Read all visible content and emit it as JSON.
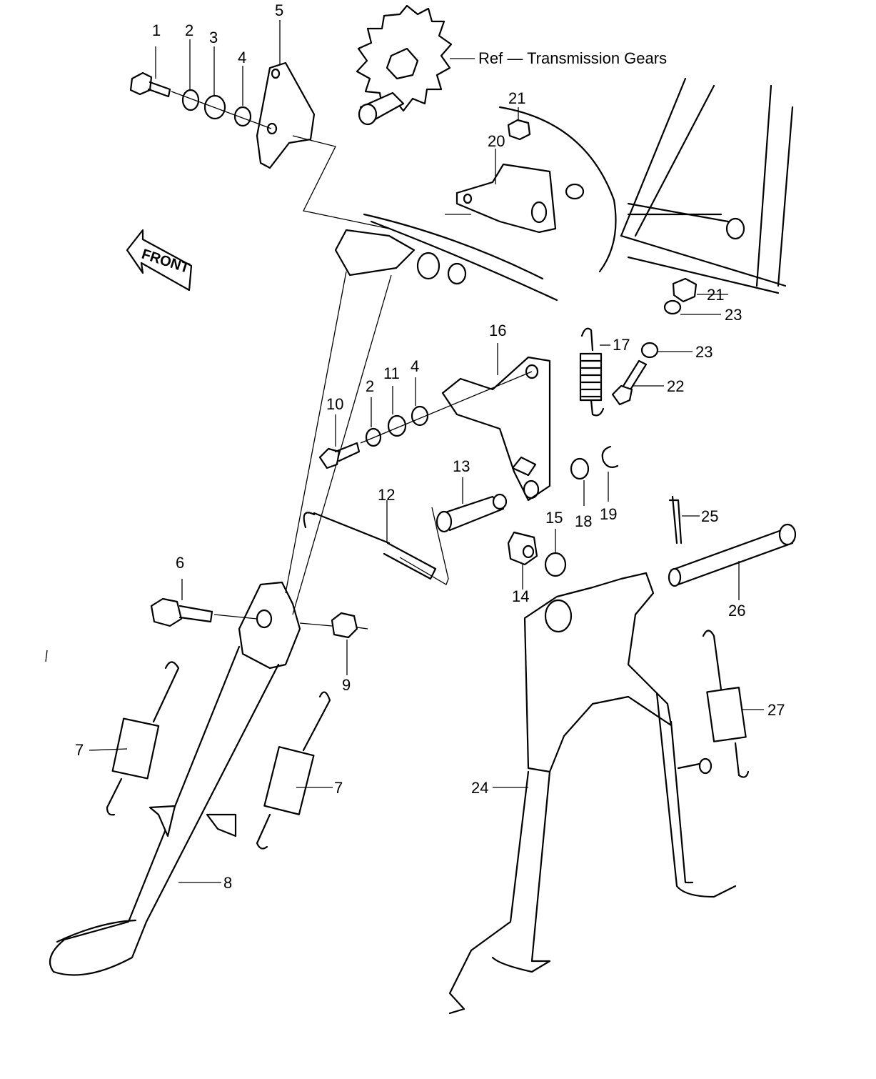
{
  "diagram": {
    "ref_label": "Ref — Transmission Gears",
    "front_label": "FRONT",
    "callouts": {
      "c1": "1",
      "c2a": "2",
      "c3": "3",
      "c4a": "4",
      "c5": "5",
      "c6": "6",
      "c7a": "7",
      "c7b": "7",
      "c8": "8",
      "c9": "9",
      "c10": "10",
      "c2b": "2",
      "c11": "11",
      "c4b": "4",
      "c12": "12",
      "c13": "13",
      "c14": "14",
      "c15": "15",
      "c16": "16",
      "c17": "17",
      "c18": "18",
      "c19": "19",
      "c20": "20",
      "c21a": "21",
      "c21b": "21",
      "c22": "22",
      "c23a": "23",
      "c23b": "23",
      "c24": "24",
      "c25": "25",
      "c26": "26",
      "c27": "27"
    }
  }
}
